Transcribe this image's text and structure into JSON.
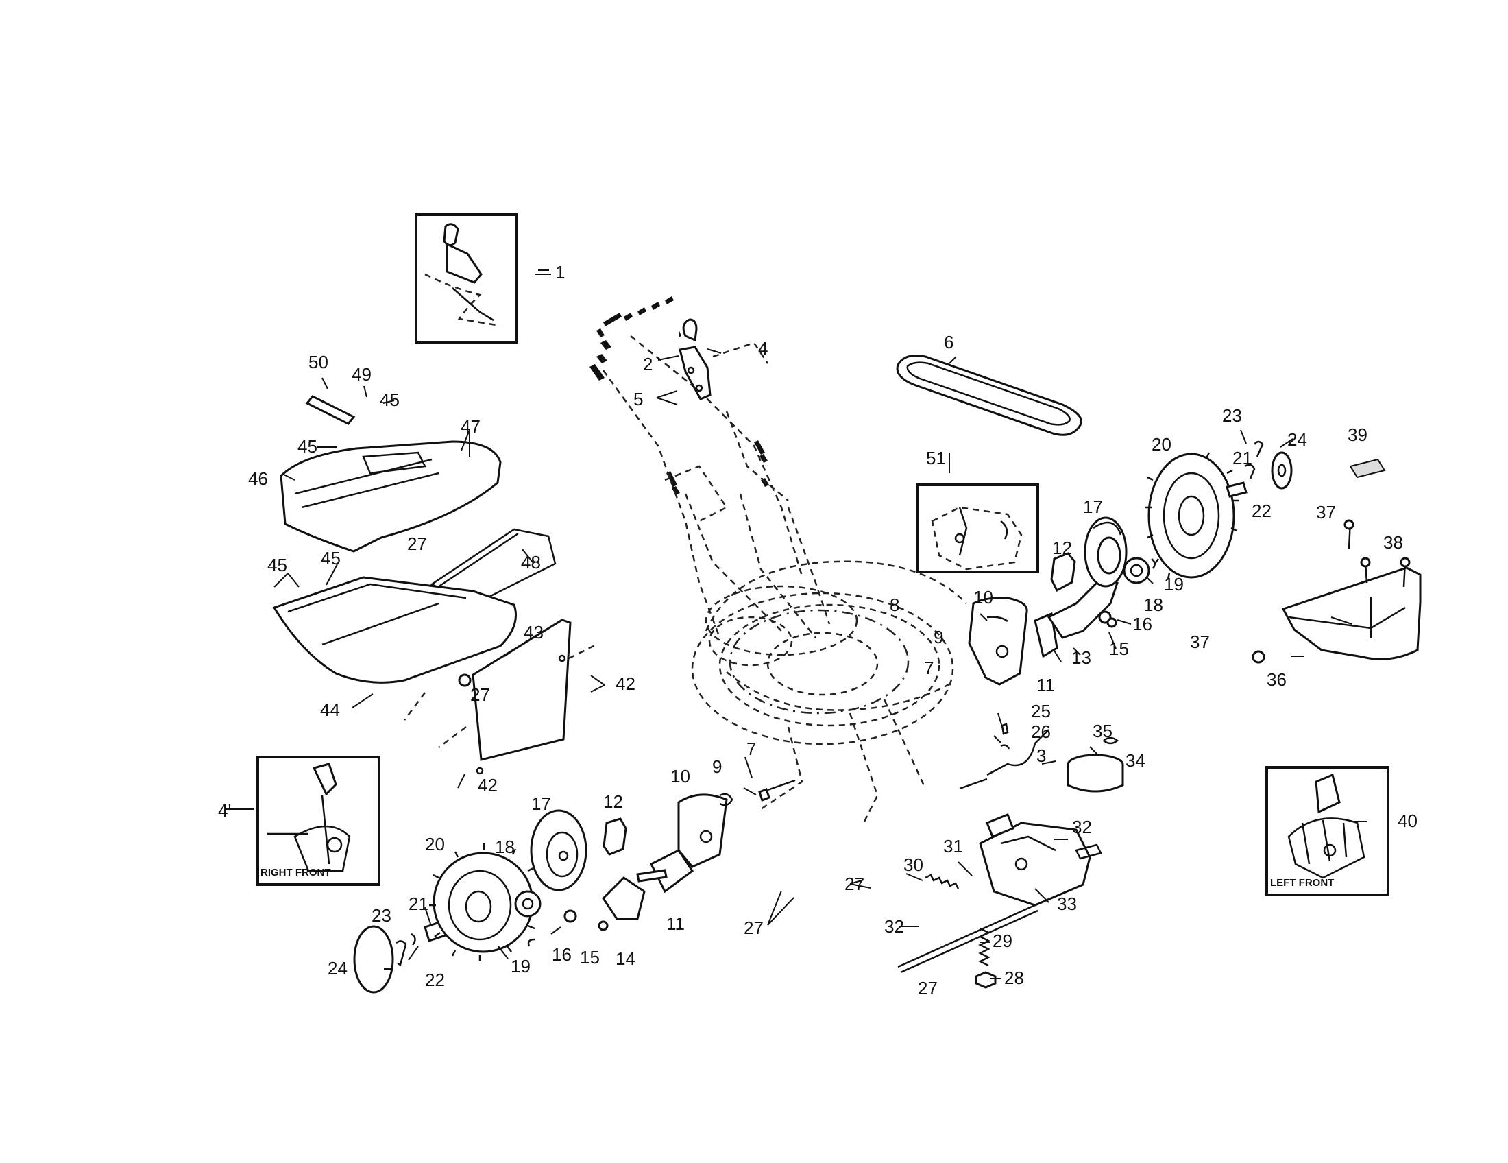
{
  "panels": {
    "right_front": "RIGHT FRONT",
    "left_front": "LEFT FRONT"
  },
  "callouts": {
    "c1": "1",
    "c2": "2",
    "c3": "3",
    "c4": "4",
    "c4p": "4'",
    "c5": "5",
    "c6": "6",
    "c7a": "7",
    "c7b": "7",
    "c8": "8",
    "c9a": "9",
    "c9b": "9",
    "c10a": "10",
    "c10b": "10",
    "c11a": "11",
    "c11b": "11",
    "c12a": "12",
    "c12b": "12",
    "c13": "13",
    "c14": "14",
    "c15a": "15",
    "c15b": "15",
    "c16a": "16",
    "c16b": "16",
    "c17a": "17",
    "c17b": "17",
    "c18a": "18",
    "c18b": "18",
    "c19a": "19",
    "c19b": "19",
    "c20a": "20",
    "c20b": "20",
    "c21a": "21",
    "c21b": "21",
    "c22a": "22",
    "c22b": "22",
    "c23a": "23",
    "c23b": "23",
    "c24a": "24",
    "c24b": "24",
    "c25": "25",
    "c26": "26",
    "c27a": "27",
    "c27b": "27",
    "c27c": "27",
    "c27d": "27",
    "c27e": "27",
    "c28": "28",
    "c29": "29",
    "c30": "30",
    "c31": "31",
    "c32a": "32",
    "c32b": "32",
    "c33": "33",
    "c34": "34",
    "c35": "35",
    "c36": "36",
    "c37a": "37",
    "c37b": "37",
    "c38": "38",
    "c39": "39",
    "c40": "40",
    "c42a": "42",
    "c42b": "42",
    "c43": "43",
    "c44": "44",
    "c45a": "45",
    "c45b": "45",
    "c45c": "45",
    "c45d": "45",
    "c46": "46",
    "c47": "47",
    "c48": "48",
    "c49": "49",
    "c50": "50",
    "c51": "51"
  }
}
